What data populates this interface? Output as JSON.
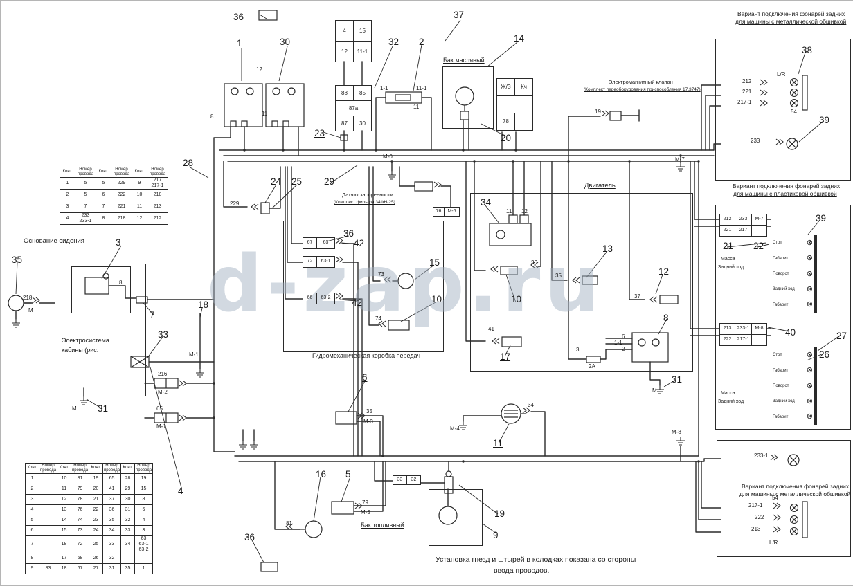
{
  "watermark": "d-zap.ru",
  "titles": {
    "oil_tank": "Бак масляный",
    "engine": "Двигатель",
    "gearbox": "Гидромеханическая коробка передач",
    "seat_base": "Основание сидения",
    "cab_line1": "Электросистема",
    "cab_line2": "кабины (рис.",
    "fuel_tank": "Бак топливный",
    "solenoid_line1": "Электромагнитный клапан",
    "solenoid_line2": "(Комплект переоборудования приспособления 17.3747)",
    "clog_line1": "Датчик засоренности",
    "clog_line2": "(Комплект фильтра 34ФН-25)",
    "variant_line1": "Вариант подключения фонарей задних",
    "variant_metal_line2": "для машины с металлической обшивкой",
    "variant_plastic_line2": "для машины с пластиковой обшивкой",
    "note_line1": "Установка гнезд и штырей в колодках показана со стороны",
    "note_line2": "ввода проводов."
  },
  "callouts": {
    "n1": "1",
    "n2": "2",
    "n3": "3",
    "n4": "4",
    "n5": "5",
    "n6": "6",
    "n7": "7",
    "n8": "8",
    "n9": "9",
    "n10": "10",
    "n11": "11",
    "n12": "12",
    "n13": "13",
    "n14": "14",
    "n15": "15",
    "n16": "16",
    "n17": "17",
    "n18": "18",
    "n19": "19",
    "n20": "20",
    "n21": "21",
    "n22": "22",
    "n23": "23",
    "n24": "24",
    "n25": "25",
    "n26": "26",
    "n27": "27",
    "n28": "28",
    "n29": "29",
    "n30": "30",
    "n31": "31",
    "n32": "32",
    "n33": "33",
    "n34": "34",
    "n35": "35",
    "n36": "36",
    "n37": "37",
    "n38": "38",
    "n39": "39",
    "n40": "40",
    "n42": "42"
  },
  "wires": {
    "w212": "212",
    "w221": "221",
    "w217_1": "217-1",
    "w233": "233",
    "w233_1": "233-1",
    "w222": "222",
    "w213": "213",
    "w218": "218",
    "w216": "216",
    "w229": "229",
    "w65": "65",
    "w8": "8",
    "w12": "12",
    "w11": "11",
    "w11_1": "11-1",
    "w1_1": "1-1",
    "w19": "19",
    "w36": "36",
    "w35": "35",
    "w37": "37",
    "w41": "41",
    "w34": "34",
    "w73": "73",
    "w74": "74",
    "w79": "79",
    "w81": "81",
    "w6": "6",
    "w2": "2",
    "w3": "3",
    "w2a": "2А",
    "wm": "М",
    "wm0": "М-0",
    "wm1": "М-1",
    "wm2": "М-2",
    "wm3": "М-3",
    "wm4": "М-4",
    "wm5": "М-5",
    "wm7": "М-7",
    "wm8": "М-8",
    "w54": "54",
    "wlr": "L/R"
  },
  "tables": {
    "top_left": {
      "headers": [
        "Конт.",
        "Номер провода",
        "Конт.",
        "Номер провода",
        "Конт.",
        "Номер провода"
      ],
      "rows": [
        [
          "1",
          "5",
          "5",
          "229",
          "9",
          "217\n217-1"
        ],
        [
          "2",
          "5",
          "6",
          "222",
          "10",
          "218"
        ],
        [
          "3",
          "7",
          "7",
          "221",
          "11",
          "213"
        ],
        [
          "4",
          "233\n233-1",
          "8",
          "218",
          "12",
          "212"
        ]
      ]
    },
    "bottom_left": {
      "headers": [
        "Конт.",
        "Номер провода",
        "Конт.",
        "Номер провода",
        "Конт.",
        "Номер провода",
        "Конт.",
        "Номер провода"
      ],
      "rows": [
        [
          "1",
          "",
          "10",
          "81",
          "19",
          "65",
          "28",
          "19"
        ],
        [
          "2",
          "",
          "11",
          "79",
          "20",
          "41",
          "29",
          "15"
        ],
        [
          "3",
          "",
          "12",
          "78",
          "21",
          "37",
          "30",
          "8"
        ],
        [
          "4",
          "",
          "13",
          "76",
          "22",
          "36",
          "31",
          "6"
        ],
        [
          "5",
          "",
          "14",
          "74",
          "23",
          "35",
          "32",
          "4"
        ],
        [
          "6",
          "",
          "15",
          "73",
          "24",
          "34",
          "33",
          "3"
        ],
        [
          "7",
          "",
          "18",
          "72",
          "25",
          "33",
          "34",
          "63\n63-1\n63-2"
        ],
        [
          "8",
          "",
          "17",
          "68",
          "26",
          "32",
          "",
          ""
        ],
        [
          "9",
          "83",
          "18",
          "67",
          "27",
          "31",
          "35",
          "1"
        ]
      ]
    },
    "relay_small": {
      "rows": [
        [
          "4",
          "15"
        ],
        [
          "12",
          "11-1"
        ]
      ]
    },
    "relay_pins": {
      "rows": [
        [
          "88",
          "85"
        ],
        [
          "87а"
        ],
        [
          "87",
          "30"
        ]
      ]
    },
    "battery": {
      "rows": [
        [
          "Ж/З",
          "Кч"
        ],
        [
          "Г"
        ],
        [
          "78",
          ""
        ]
      ]
    },
    "gmkp1": {
      "rows": [
        [
          "67",
          "63"
        ]
      ]
    },
    "gmkp2": {
      "rows": [
        [
          "72",
          "63-1"
        ]
      ]
    },
    "gmkp3": {
      "rows": [
        [
          "66",
          "63-2"
        ]
      ]
    },
    "conn_top": {
      "rows": [
        [
          "212",
          "233",
          "М-7"
        ],
        [
          "221",
          "217",
          ""
        ]
      ]
    },
    "conn_bottom": {
      "rows": [
        [
          "213",
          "233-1",
          "М-8"
        ],
        [
          "222",
          "217-1",
          ""
        ]
      ]
    },
    "clog_conn": {
      "rows": [
        [
          "76",
          "М-6"
        ]
      ]
    },
    "fuel_conn": {
      "rows": [
        [
          "33",
          "32"
        ]
      ]
    }
  },
  "lamp_unit": {
    "rows": [
      "Стоп",
      "Габарит",
      "Поворот",
      "Задний ход",
      "Габарит"
    ],
    "side_labels": [
      "Масса",
      "Задний ход"
    ]
  }
}
